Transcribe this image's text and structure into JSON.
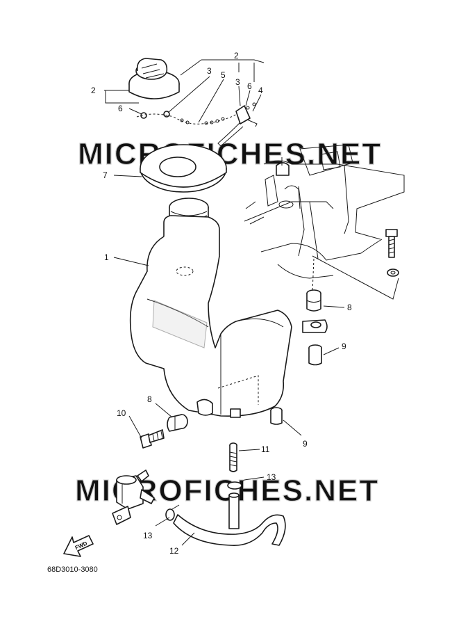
{
  "watermarks": [
    "MICROFICHES.NET",
    "MICROFICHES.NET"
  ],
  "callouts": {
    "c1": "1",
    "c2a": "2",
    "c2b": "2",
    "c3a": "3",
    "c3b": "3",
    "c4": "4",
    "c5": "5",
    "c6a": "6",
    "c6b": "6",
    "c7": "7",
    "c8a": "8",
    "c8b": "8",
    "c9a": "9",
    "c9b": "9",
    "c10": "10",
    "c11": "11",
    "c12": "12",
    "c13a": "13",
    "c13b": "13"
  },
  "fwd_label": "FWD",
  "diagram_code": "68D3010-3080"
}
